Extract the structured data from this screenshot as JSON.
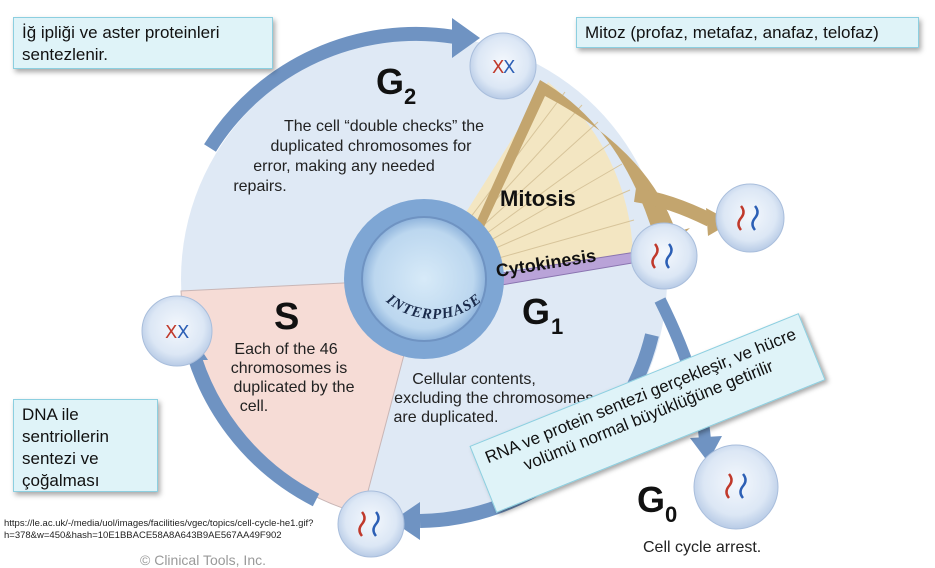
{
  "notes": {
    "spindle": "İğ ipliği ve aster proteinleri sentezlenir.",
    "mitosis_phases": "Mitoz (profaz, metafaz, anafaz, telofaz)",
    "dna_synthesis": "DNA ile sentriollerin sentezi ve çoğalması",
    "g1_synthesis": "RNA ve protein sentezi gerçekleşir, ve hücre volümü normal büyüklüğüne getirilir"
  },
  "phases": {
    "g2_label": "G",
    "g2_sub": "2",
    "g2_desc": [
      "The cell “double checks” the",
      "duplicated chromosomes for",
      "error, making any needed",
      "repairs."
    ],
    "s_label": "S",
    "s_desc": [
      "Each of the 46",
      "chromosomes is",
      "duplicated by the",
      "cell."
    ],
    "g1_label": "G",
    "g1_sub": "1",
    "g1_desc": [
      "Cellular contents,",
      "excluding the chromosomes,",
      "are duplicated."
    ],
    "mitosis": "Mitosis",
    "cytokinesis": "Cytokinesis",
    "interphase": "INTERPHASE",
    "g0_label": "G",
    "g0_sub": "0",
    "g0_desc": "Cell cycle arrest."
  },
  "source_url": "https://le.ac.uk/-/media/uol/images/facilities/vgec/topics/cell-cycle-he1.gif?h=378&w=450&hash=10E1BBACE58A8A643B9AE567AA49F902",
  "copyright": "© Clinical Tools, Inc.",
  "colors": {
    "cycle_fill": "#dfe9f5",
    "s_sector": "#f6dcd6",
    "mitosis_sector": "#f3e6c2",
    "arrow": "#6f93c2",
    "mitosis_arrow": "#c3a56e",
    "cytokinesis_band": "#b9a3d8",
    "note_fill": "#dff3f8"
  }
}
